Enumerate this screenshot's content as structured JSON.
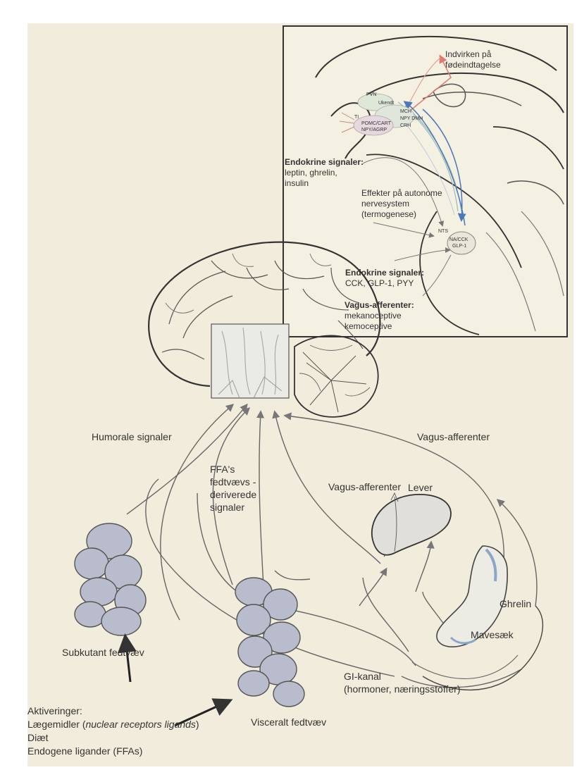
{
  "inset": {
    "indvirken_1": "Indvirken på",
    "indvirken_2": "fødeindtagelse",
    "pvn": "PVN",
    "ukendt": "Ukendt",
    "mch": "MCH",
    "npy_dmh": "NPY  DMH",
    "crh": "CRH",
    "ti": "TI",
    "pomc_cart": "POMC/CART",
    "npy_agrp": "NPY/AGRP",
    "endokrine1_head": "Endokrine signaler:",
    "endokrine1_l1": "leptin, ghrelin,",
    "endokrine1_l2": "insulin",
    "effekter_1": "Effekter på autonome",
    "effekter_2": "nervesystem",
    "effekter_3": "(termogenese)",
    "nts": "NTS",
    "na_cck": "NA/CCK",
    "glp1": "GLP-1",
    "endokrine2_head": "Endokrine signaler:",
    "endokrine2_l1": "CCK, GLP-1, PYY",
    "vagus_head": "Vagus-afferenter:",
    "vagus_l1": "mekanoceptive",
    "vagus_l2": "kemoceptive"
  },
  "main": {
    "humorale": "Humorale signaler",
    "vagus_top": "Vagus-afferenter",
    "ffa_1": "FFA's",
    "ffa_2": "fedtvævs -",
    "ffa_3": "deriverede",
    "ffa_4": "signaler",
    "vagus_mid": "Vagus-afferenter",
    "lever": "Lever",
    "ghrelin": "Ghrelin",
    "mavesaek": "Mavesæk",
    "subkutant": "Subkutant fedtvæv",
    "gi_1": "GI-kanal",
    "gi_2": "(hormoner, næringsstoffer)",
    "visceralt": "Visceralt fedtvæv",
    "akt_1": "Aktiveringer:",
    "akt_2a": "Lægemidler (",
    "akt_2b": "nuclear receptors ligands",
    "akt_2c": ")",
    "akt_3": "Diæt",
    "akt_4": "Endogene ligander (FFAs)"
  }
}
